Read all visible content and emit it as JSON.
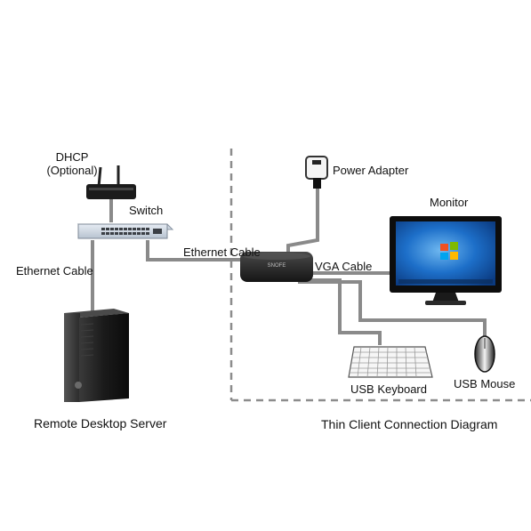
{
  "labels": {
    "dhcp_line1": "DHCP",
    "dhcp_line2": "(Optional)",
    "switch": "Switch",
    "ethernet_left": "Ethernet Cable",
    "ethernet_mid": "Ethernet Cable",
    "power_adapter": "Power Adapter",
    "monitor": "Monitor",
    "vga_cable": "VGA Cable",
    "usb_keyboard": "USB Keyboard",
    "usb_mouse": "USB Mouse",
    "thin_client_brand": "SNOFE",
    "caption_left": "Remote Desktop Server",
    "caption_right": "Thin Client Connection Diagram"
  },
  "colors": {
    "cable": "#8a8a8a",
    "dashed_border": "#8c8c8c",
    "monitor_wallpaper": "#1d6fc9"
  }
}
